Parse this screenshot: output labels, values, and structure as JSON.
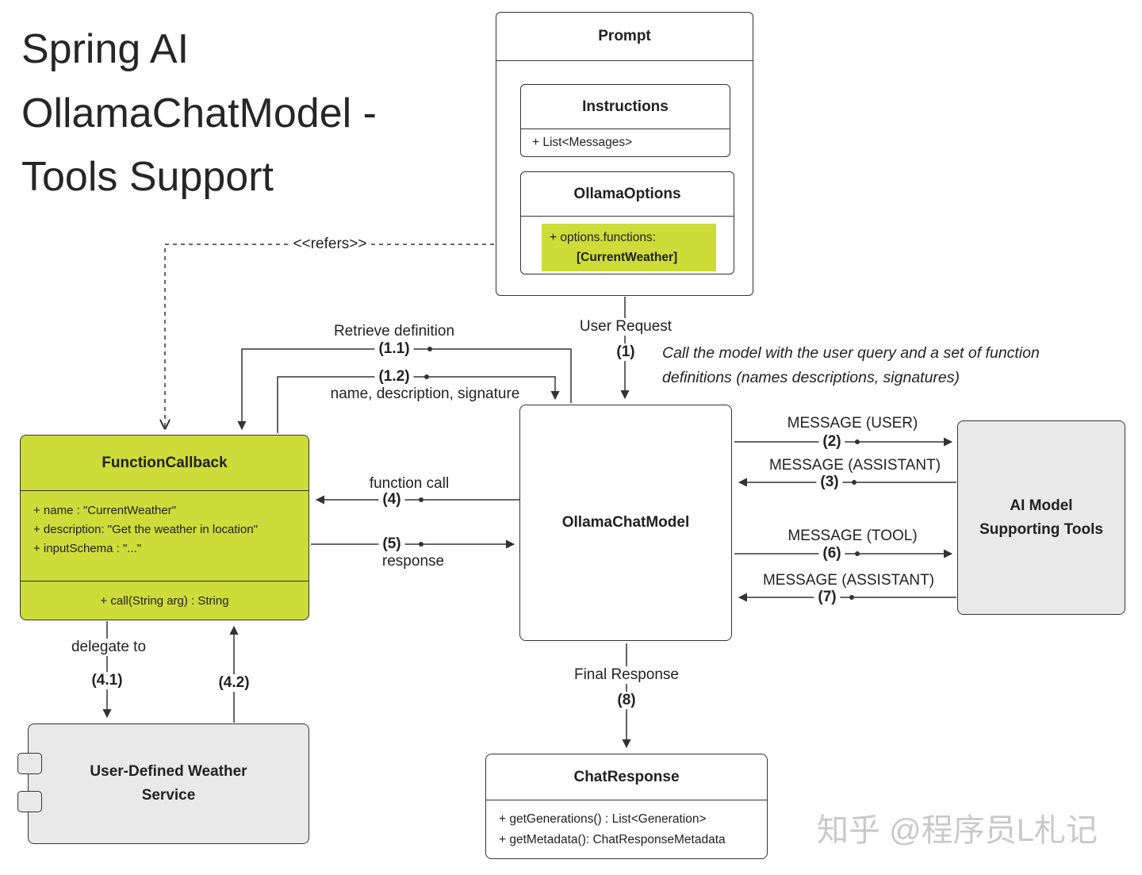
{
  "title": "Spring AI OllamaChatModel - Tools Support",
  "colors": {
    "highlight": "#cddc39",
    "gray": "#e9e9e9",
    "line": "#333333"
  },
  "prompt": {
    "title": "Prompt",
    "instructions": {
      "title": "Instructions",
      "attr": "+ List<Messages>"
    },
    "options": {
      "title": "OllamaOptions",
      "functions_line1": "+ options.functions:",
      "functions_line2": "[CurrentWeather]"
    }
  },
  "function_callback": {
    "title": "FunctionCallback",
    "attrs": [
      "+ name : \"CurrentWeather\"",
      "+ description: \"Get the weather in location\"",
      "+ inputSchema : \"...\""
    ],
    "method": "+ call(String arg) : String"
  },
  "ollama_chat_model": {
    "title": "OllamaChatModel"
  },
  "ai_model": {
    "title": "AI Model Supporting Tools"
  },
  "weather_service": {
    "title": "User-Defined Weather Service"
  },
  "chat_response": {
    "title": "ChatResponse",
    "attrs": [
      "+ getGenerations() : List<Generation>",
      "+ getMetadata(): ChatResponseMetadata"
    ]
  },
  "annotation": "Call the model with the user query and a set of function definitions (names descriptions, signatures)",
  "edges": {
    "refers": {
      "text": "<<refers>>"
    },
    "user_request": {
      "text": "User Request",
      "num": "(1)"
    },
    "retrieve": {
      "text": "Retrieve definition",
      "num": "(1.1)"
    },
    "definition": {
      "text": "name, description, signature",
      "num": "(1.2)"
    },
    "function_call": {
      "text": "function call",
      "num": "(4)"
    },
    "response": {
      "text": "response",
      "num": "(5)"
    },
    "msg_user": {
      "text": "MESSAGE (USER)",
      "num": "(2)"
    },
    "msg_assistant_3": {
      "text": "MESSAGE (ASSISTANT)",
      "num": "(3)"
    },
    "msg_tool": {
      "text": "MESSAGE (TOOL)",
      "num": "(6)"
    },
    "msg_assistant_7": {
      "text": "MESSAGE (ASSISTANT)",
      "num": "(7)"
    },
    "delegate": {
      "text": "delegate to",
      "num": "(4.1)"
    },
    "delegate_return": {
      "num": "(4.2)"
    },
    "final_response": {
      "text": "Final Response",
      "num": "(8)"
    }
  },
  "watermark": "知乎 @程序员L札记"
}
